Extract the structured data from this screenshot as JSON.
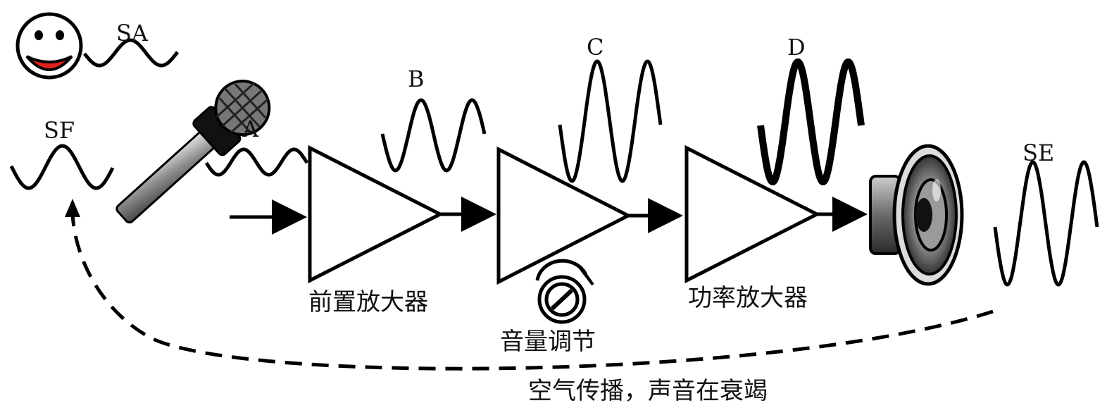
{
  "labels": {
    "sa": "SA",
    "sf": "SF",
    "a": "A",
    "b": "B",
    "c": "C",
    "d": "D",
    "se": "SE",
    "preamp": "前置放大器",
    "volume": "音量调节",
    "power_amp": "功率放大器",
    "air": "空气传播，声音在衰竭"
  },
  "colors": {
    "stroke": "#000000",
    "mouth": "#e0211b",
    "mic_body": "#9a9a9a",
    "speaker": "#555555"
  }
}
